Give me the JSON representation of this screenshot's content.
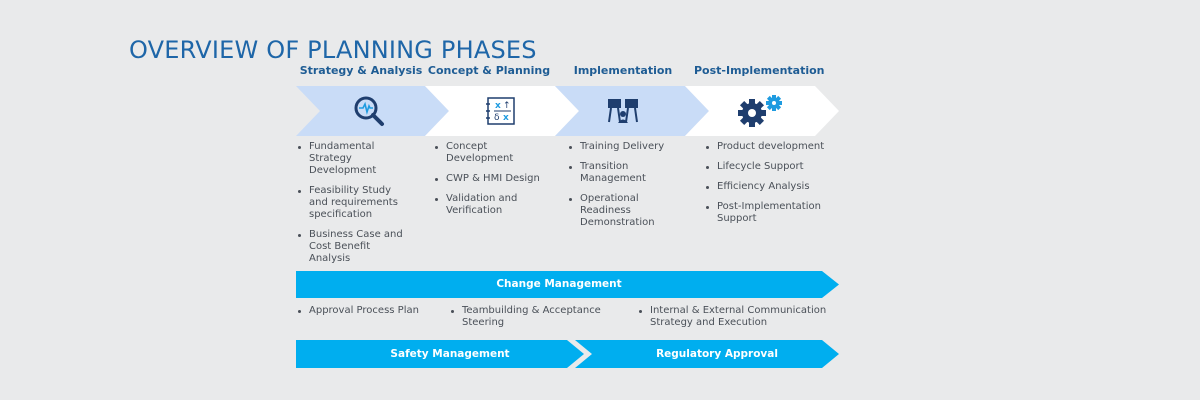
{
  "title": "OVERVIEW OF PLANNING PHASES",
  "phases": [
    {
      "label": "Strategy & Analysis",
      "icon": "magnifier-pulse-icon",
      "items": [
        "Fundamental Strategy Development",
        "Feasibility Study and requirements specification",
        "Business Case and Cost Benefit Analysis"
      ]
    },
    {
      "label": "Concept & Planning",
      "icon": "formula-board-icon",
      "items": [
        "Concept Development",
        "CWP & HMI Design",
        "Validation and Verification"
      ]
    },
    {
      "label": "Implementation",
      "icon": "classroom-training-icon",
      "items": [
        "Training Delivery",
        "Transition Management",
        "Operational Readiness Demonstration"
      ]
    },
    {
      "label": "Post-Implementation",
      "icon": "gears-icon",
      "items": [
        "Product development",
        "Lifecycle Support",
        "Efficiency Analysis",
        "Post-Implementation Support"
      ]
    }
  ],
  "change_management": {
    "label": "Change Management",
    "items": [
      "Approval Process Plan",
      "Teambuilding & Acceptance Steering",
      "Internal & External Communication Strategy and Execution"
    ]
  },
  "bottom_bands": {
    "safety": "Safety Management",
    "regulatory": "Regulatory Approval"
  },
  "colors": {
    "title": "#1e66a8",
    "light_chevron": "#c9dcf7",
    "white_chevron": "#ffffff",
    "band": "#00aeef",
    "icon_dark": "#1f3e6e",
    "icon_accent": "#1e9be0"
  }
}
